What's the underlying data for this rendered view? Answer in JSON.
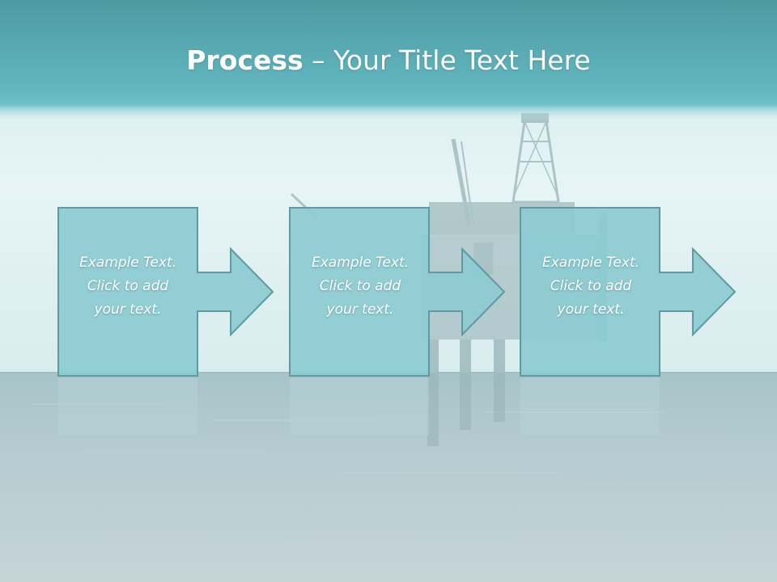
{
  "slide": {
    "title_bold": "Process",
    "title_rest": " – Your Title Text Here"
  },
  "steps": [
    {
      "lines": [
        "Example Text.",
        "Click  to add",
        "your text."
      ]
    },
    {
      "lines": [
        "Example Text.",
        "Click  to add",
        "your text."
      ]
    },
    {
      "lines": [
        "Example Text.",
        "Click  to add",
        "your text."
      ]
    }
  ],
  "colors": {
    "header_top": "#4e9aa3",
    "header_band": "#62b7bf",
    "sky": "#e1f1f3",
    "sea": "#a9c4c8",
    "box_fill": "#8ccbd1",
    "box_stroke": "#5e9aa0",
    "text": "#ffffff"
  }
}
